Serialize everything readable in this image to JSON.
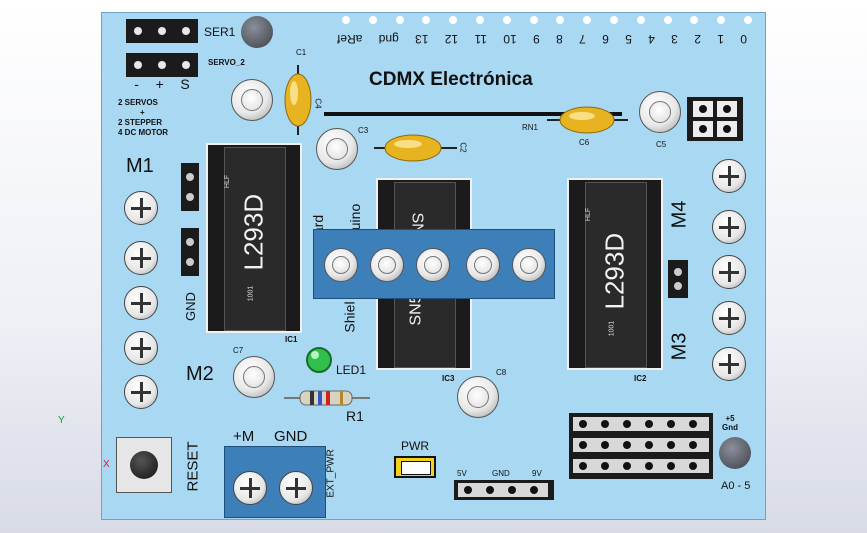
{
  "board": {
    "title": "CDMX Electrónica",
    "colors": {
      "pcb": "#a9d8f2",
      "ic": "#1a1a1a",
      "capacitor": "#e8b320",
      "led": "#2fbf4a",
      "terminal": "#3d7fb8"
    }
  },
  "headers": {
    "ser1": "SER1",
    "servo2": "SERVO_2",
    "servo_pins": [
      "-",
      "+",
      "S"
    ],
    "mode_lines": [
      "2 SERVOS",
      "+",
      "2 STEPPER",
      "4 DC MOTOR"
    ]
  },
  "digital_pins": [
    "0",
    "1",
    "2",
    "3",
    "4",
    "5",
    "6",
    "7",
    "8",
    "9",
    "10",
    "11",
    "12",
    "13",
    "gnd",
    "aRef"
  ],
  "motors": {
    "m1": "M1",
    "m2": "M2",
    "m3": "M3",
    "m4": "M4"
  },
  "components": {
    "c1": "C1",
    "c2": "C2",
    "c3": "C3",
    "c4": "C4",
    "c5": "C5",
    "c6": "C6",
    "c7": "C7",
    "c8": "C8",
    "rn1": "RN1",
    "ic1": "IC1",
    "ic2": "IC2",
    "ic3": "IC3",
    "l293d": "L293D",
    "ic_small_text": "HLF",
    "ic_code": "1001",
    "center_ic": "SN5",
    "led1": "LED1",
    "r1": "R1",
    "gnd_side": "GND",
    "shield_text_1": "Shiel",
    "shield_text_2": "uino",
    "shield_text_3": "ard"
  },
  "bottom": {
    "reset": "RESET",
    "plus_m": "+M",
    "gnd": "GND",
    "ext_pwr": "EXT_PWR",
    "pwr": "PWR",
    "power_pins": [
      "5V",
      "GND",
      "9V"
    ],
    "plus5_gnd": [
      "+5",
      "Gnd"
    ],
    "analog": "A0 - 5"
  },
  "axis": {
    "x": "X",
    "y": "Y"
  }
}
